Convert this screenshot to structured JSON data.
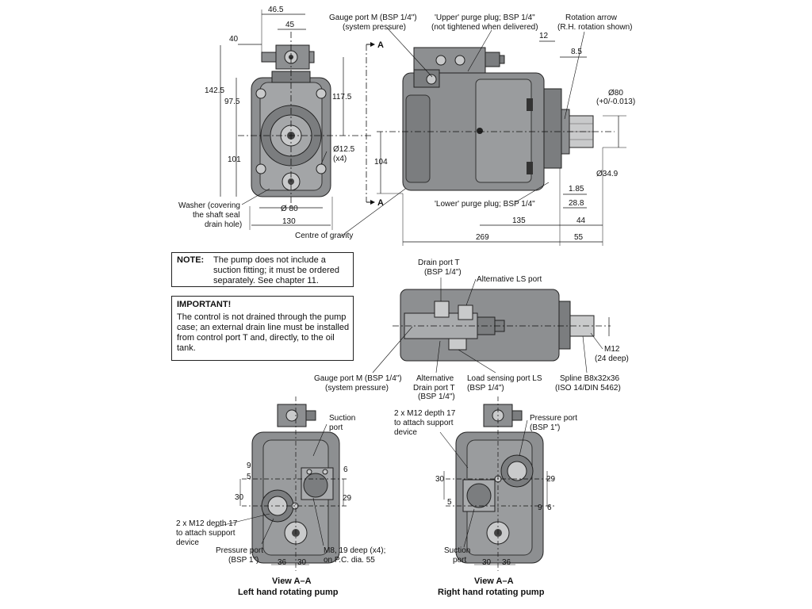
{
  "colors": {
    "body": "#8d8f91",
    "dark": "#5f6163",
    "light": "#c9cacb",
    "line": "#111111"
  },
  "top_view": {
    "dims": [
      "46.5",
      "45",
      "40",
      "142.5",
      "97.5",
      "117.5",
      "101",
      "Ø12.5",
      "(x4)",
      "Ø 80",
      "130"
    ],
    "washer": [
      "Washer (covering",
      "the shaft seal",
      "drain hole)"
    ],
    "cog": "Centre of gravity"
  },
  "side_view": {
    "gauge": [
      "Gauge port M (BSP 1/4\")",
      "(system pressure)"
    ],
    "upper": [
      "'Upper' purge plug; BSP 1/4\"",
      "(not tightened when delivered)"
    ],
    "rotation": [
      "Rotation arrow",
      "(R.H. rotation shown)"
    ],
    "section_a": "A",
    "dims": [
      "12",
      "8.5",
      "Ø80",
      "(+0/-0.013)",
      "104",
      "Ø34.9",
      "1.85",
      "28.8",
      "135",
      "44",
      "269",
      "55"
    ],
    "lower": "'Lower' purge plug; BSP 1/4\""
  },
  "note": {
    "label": "NOTE:",
    "text": "The pump does not include a suction fitting; it must be ordered separately. See chapter 11."
  },
  "important": {
    "title": "IMPORTANT!",
    "text": "The control is not drained through the pump case; an external drain line must be installed from control port T and, directly, to the oil tank."
  },
  "control_view": {
    "drain": [
      "Drain port T",
      "(BSP 1/4\")"
    ],
    "alt_ls": "Alternative LS port",
    "m12": [
      "M12",
      "(24 deep)"
    ],
    "gauge": [
      "Gauge port M (BSP 1/4\")",
      "(system pressure)"
    ],
    "alt_drain": [
      "Alternative",
      "Drain port T",
      "(BSP 1/4\")"
    ],
    "ls": [
      "Load sensing port LS",
      "(BSP 1/4\")"
    ],
    "spline": [
      "Spline B8x32x36",
      "(ISO 14/DIN 5462)"
    ]
  },
  "left_view": {
    "suction": [
      "Suction",
      "port"
    ],
    "dims": [
      "9",
      "5",
      "30",
      "6",
      "29",
      "36",
      "30"
    ],
    "m12": [
      "2 x M12 depth 17",
      "to attach support",
      "device"
    ],
    "pressure": [
      "Pressure port",
      "(BSP 1\")"
    ],
    "m8": [
      "M8, 19 deep (x4);",
      "on P.C. dia. 55"
    ],
    "title": "View A–A",
    "subtitle": "Left hand rotating pump"
  },
  "right_view": {
    "m12": [
      "2 x M12 depth 17",
      "to attach support",
      "device"
    ],
    "pressure": [
      "Pressure port",
      "(BSP 1\")"
    ],
    "dims": [
      "30",
      "5",
      "29",
      "9",
      "6",
      "30",
      "36"
    ],
    "suction": [
      "Suction",
      "port"
    ],
    "title": "View A–A",
    "subtitle": "Right hand rotating pump"
  }
}
